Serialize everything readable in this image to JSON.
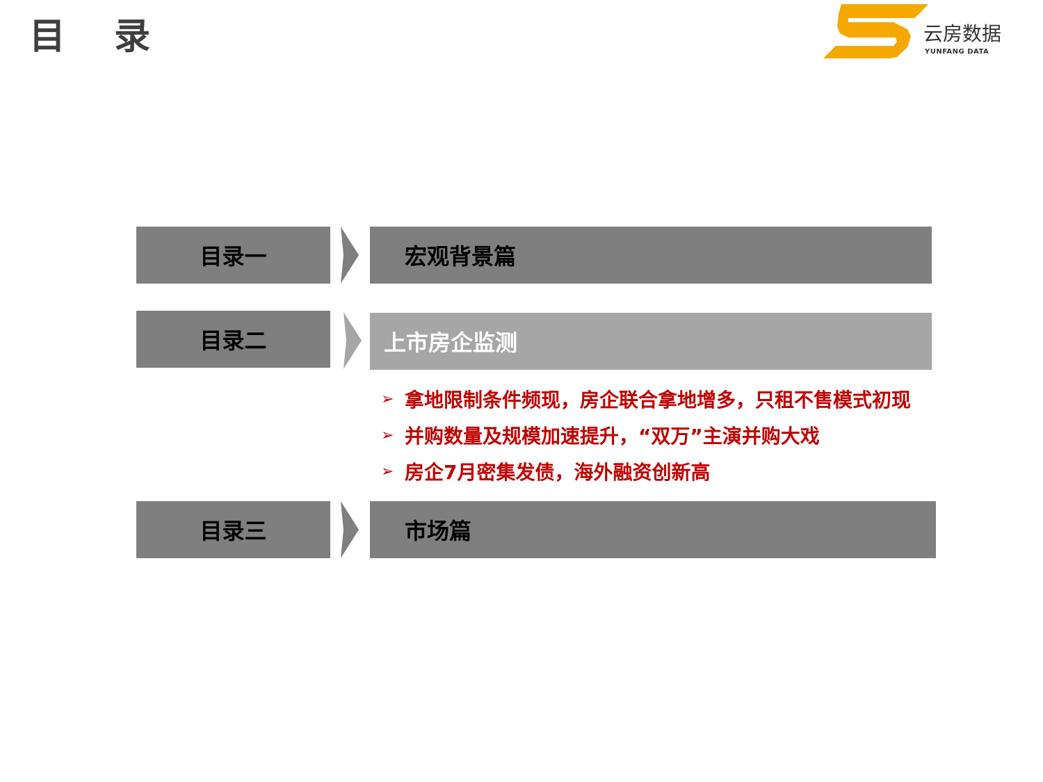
{
  "page": {
    "title": "目 录"
  },
  "logo": {
    "name_cn": "云房数据",
    "name_en": "YUNFANG DATA",
    "color": "#f5a800"
  },
  "toc": [
    {
      "label": "目录一",
      "title": "宏观背景篇",
      "active": false
    },
    {
      "label": "目录二",
      "title": "上市房企监测",
      "active": true,
      "subitems": [
        " 拿地限制条件频现，房企联合拿地增多，只租不售模式初现",
        "并购数量及规模加速提升，“双万”主演并购大戏",
        "房企7月密集发债，海外融资创新高"
      ]
    },
    {
      "label": "目录三",
      "title": "市场篇",
      "active": false
    }
  ],
  "bullet_glyph": "➢",
  "colors": {
    "label_bg": "#7f7f7f",
    "active_bg": "#a6a6a6",
    "subitem_text": "#c00000",
    "logo_accent": "#f5a800"
  }
}
